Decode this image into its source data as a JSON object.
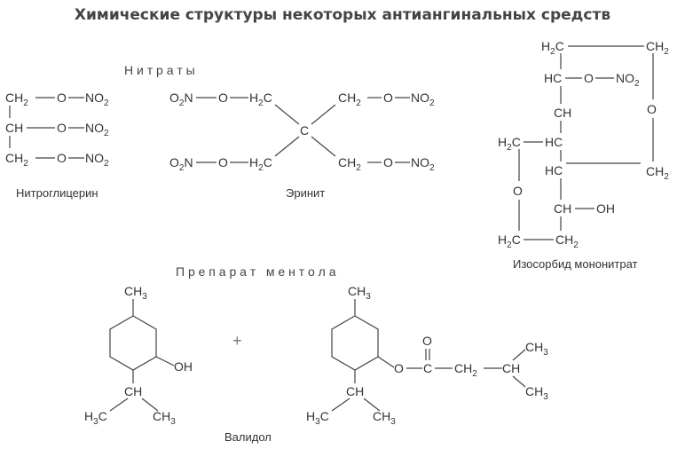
{
  "title": "Химические структуры некоторых антиангинальных средств",
  "sections": {
    "nitrates": "Н и т р а т ы",
    "menthol": "П р е п а р а т   м е н т о л а"
  },
  "captions": {
    "nitroglycerin": "Нитроглицерин",
    "erinit": "Эринит",
    "isosorbide": "Изосорбид мононитрат",
    "validol": "Валидол"
  },
  "atoms": {
    "O": "O",
    "C": "C",
    "N": "N",
    "CH": "CH",
    "HC": "HC",
    "OH": "OH",
    "H": "H",
    "plus": "+"
  },
  "subscripts": {
    "two": "2",
    "three": "3"
  },
  "colors": {
    "ink": "#333333",
    "title": "#444444"
  }
}
